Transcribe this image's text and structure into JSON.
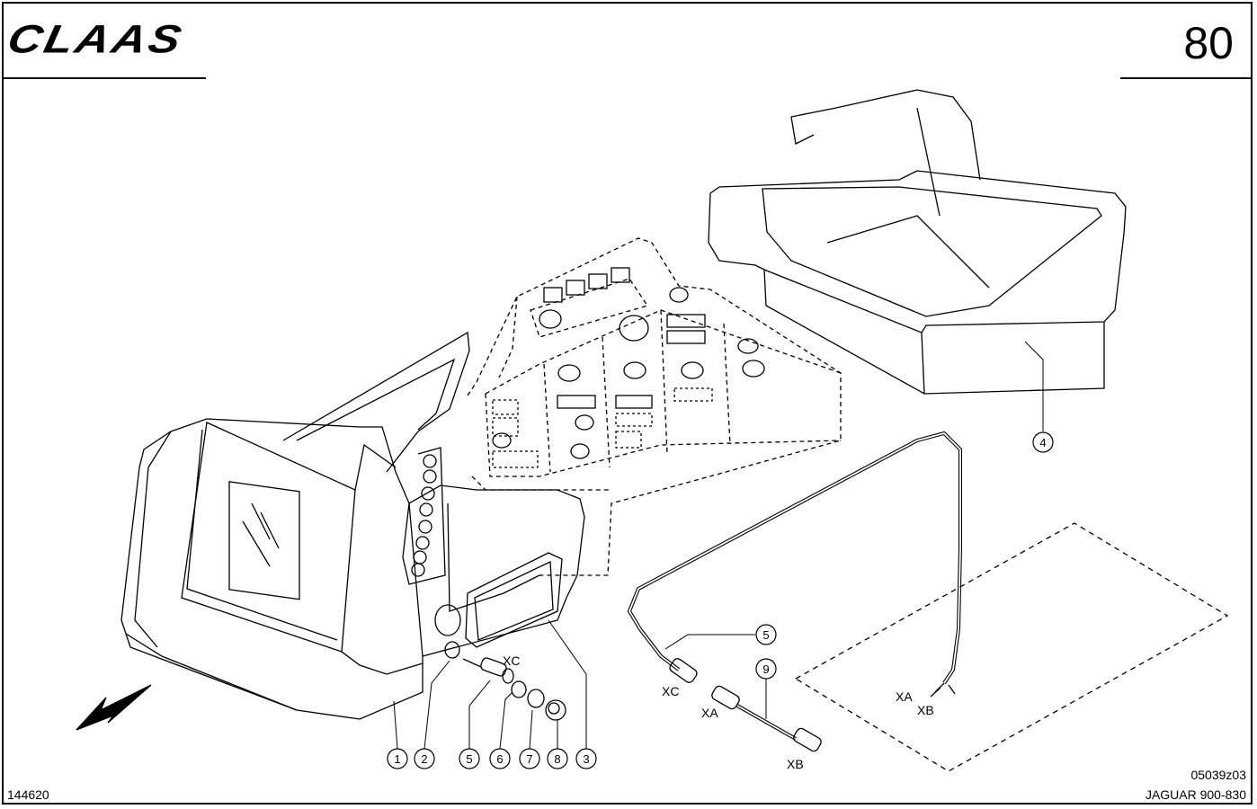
{
  "header": {
    "logo_text": "CLAAS",
    "page_number": "80"
  },
  "footer": {
    "image_number": "144620",
    "drawing_code": "05039z03",
    "model": "JAGUAR 900-830"
  },
  "callouts": {
    "c1": "1",
    "c2": "2",
    "c3": "3",
    "c4": "4",
    "c5a": "5",
    "c5b": "5",
    "c6": "6",
    "c7": "7",
    "c8": "8",
    "c9": "9"
  },
  "connector_labels": {
    "xc_a": "XC",
    "xc_b": "XC",
    "xa_a": "XA",
    "xb_a": "XB",
    "xa_b": "XA",
    "xb_b": "XB"
  },
  "colors": {
    "line": "#000000",
    "background": "#ffffff"
  }
}
